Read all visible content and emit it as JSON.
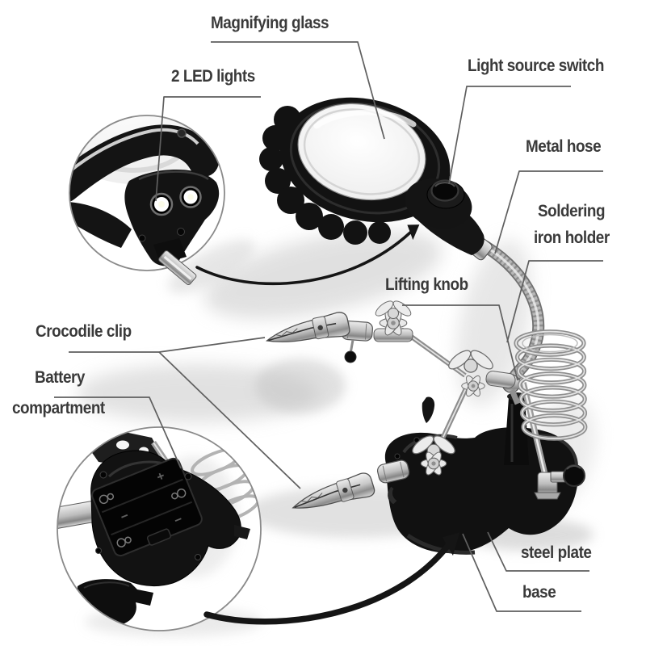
{
  "colors": {
    "background": "#ffffff",
    "text": "#3a3a3a",
    "leader_line": "#5f5f5f",
    "arrow": "#151515",
    "product_black": "#131313",
    "chrome": "#c6c6c6",
    "led": "#ffffff"
  },
  "labels": {
    "magnifying_glass": "Magnifying glass",
    "led_lights": "2 LED lights",
    "light_source_switch": "Light source switch",
    "metal_hose": "Metal hose",
    "soldering_line1": "Soldering",
    "soldering_line2": "iron holder",
    "lifting_knob": "Lifting knob",
    "crocodile_clip": "Crocodile clip",
    "battery_line1": "Battery",
    "battery_line2": "compartment",
    "steel_plate": "steel plate",
    "base": "base"
  }
}
